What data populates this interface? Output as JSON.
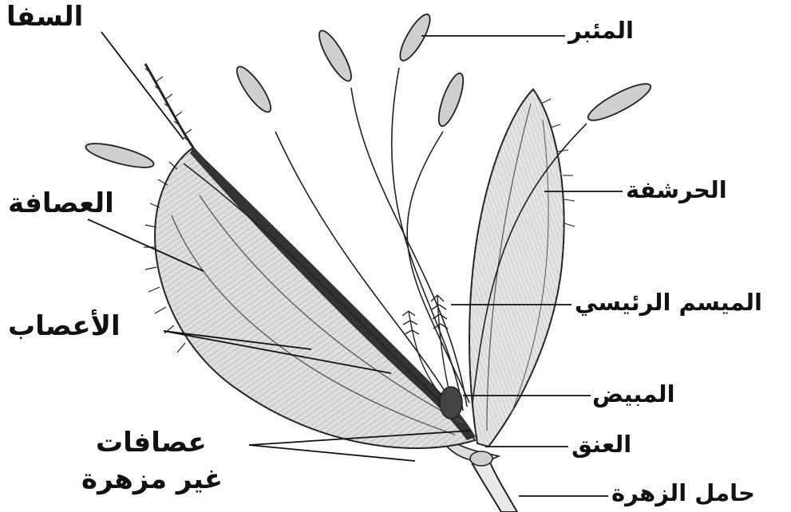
{
  "labels": {
    "awn": "السفا",
    "anther": "المئبر",
    "lemma": "العصافة",
    "palea": "الحرشفة",
    "stigma": "الميسم الرئيسي",
    "veins": "الأعصاب",
    "ovary": "المبيض",
    "neck": "العنق",
    "sterile_glumes_line1": "عصافات",
    "sterile_glumes_line2": "غير مزهرة",
    "pedicel": "حامل الزهرة"
  }
}
